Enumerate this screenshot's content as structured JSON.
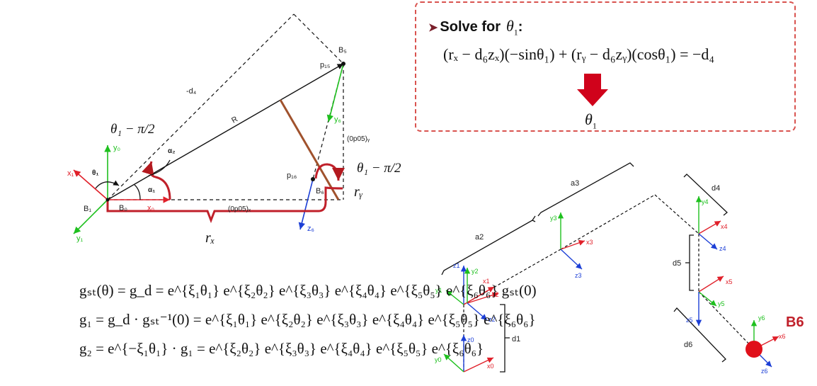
{
  "left_diagram": {
    "labels": {
      "b1": "B₁",
      "b0": "B₀",
      "x0": "x₀",
      "y0": "y₀",
      "x1": "x₁",
      "y1": "y₁",
      "theta1_small": "θ₁",
      "alpha1": "α₁",
      "alpha2": "α₂",
      "minus_d4": "-d₄",
      "r": "R",
      "b5": "B₅",
      "p15": "p₁₅",
      "p16": "p₁₆",
      "b6": "B₆",
      "y6": "y₆",
      "z6": "z₆",
      "op05x": "(0p05)ₓ",
      "op05y": "(0p05)ᵧ",
      "rx": "rₓ",
      "ry": "rᵧ",
      "theta_minus_pi_2": "θ₁ − π/2"
    }
  },
  "solve_box": {
    "title": "Solve for",
    "theta_symbol": "θ",
    "theta_sub": "1",
    "colon": ":",
    "equation": "(rₓ − d₆zₓ)(−sinθ₁) + (rᵧ − d₆zᵧ)(cosθ₁) = −d₄",
    "result": "θ",
    "result_sub": "1",
    "border_color": "#d9534f",
    "arrow_color": "#d0021b"
  },
  "formulas": [
    "gₛₜ(θ) = g_d = e^{ξ₁θ₁} e^{ξ₂θ₂} e^{ξ₃θ₃} e^{ξ₄θ₄} e^{ξ₅θ₅} e^{ξ₆θ₆} gₛₜ(0)",
    "g₁ = g_d · gₛₜ⁻¹(0) = e^{ξ₁θ₁} e^{ξ₂θ₂} e^{ξ₃θ₃} e^{ξ₄θ₄} e^{ξ₅θ₅} e^{ξ₆θ₆}",
    "g₂ = e^{−ξ₁θ₁} · g₁ = e^{ξ₂θ₂} e^{ξ₃θ₃} e^{ξ₄θ₄} e^{ξ₅θ₅} e^{ξ₆θ₆}"
  ],
  "right_diagram": {
    "labels": {
      "a2": "a2",
      "a3": "a3",
      "d1": "d1",
      "d4": "d4",
      "d5": "d5",
      "d6": "d6",
      "x0": "x0",
      "y0": "y0",
      "z0": "z0",
      "x1": "x1",
      "y1": "y1",
      "z1": "z1",
      "x2": "x2",
      "y2": "y2",
      "z2": "z2",
      "x3": "x3",
      "y3": "y3",
      "z3": "z3",
      "x4": "x4",
      "y4": "y4",
      "z4": "z4",
      "x5": "x5",
      "y5": "y5",
      "z5": "z5",
      "x6": "x6",
      "y6": "y6",
      "z6": "z6"
    },
    "b6_label": "B6",
    "colors": {
      "x_axis": "#e0202a",
      "y_axis": "#1ec01e",
      "z_axis": "#1c3fd6",
      "joint": "#e0101a"
    }
  }
}
